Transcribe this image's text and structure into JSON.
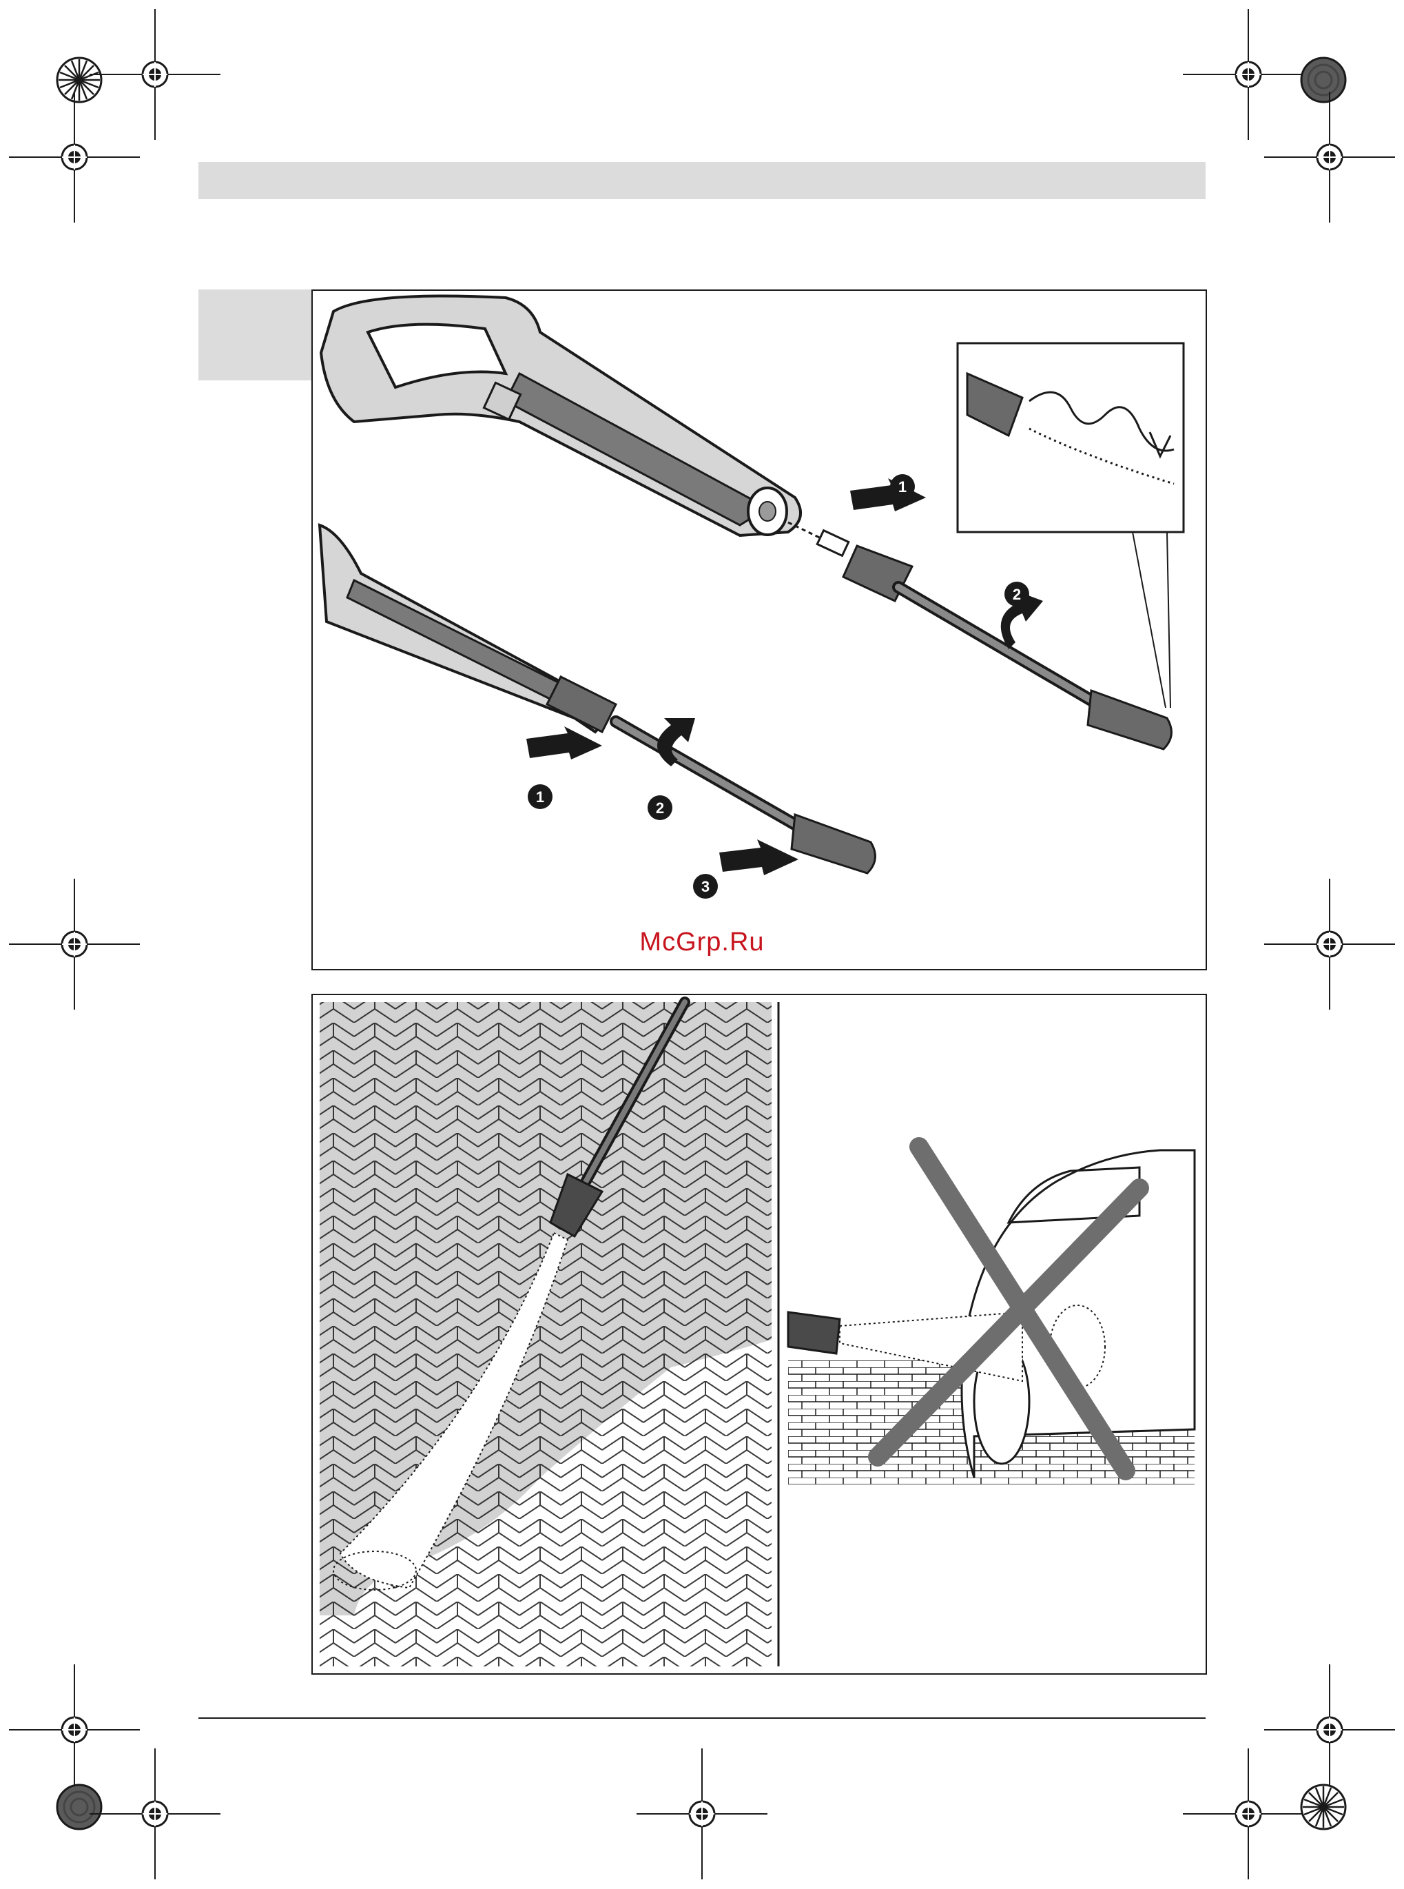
{
  "page": {
    "background": "#ffffff"
  },
  "colors": {
    "ink": "#1a1a1a",
    "bar_gray": "#dcdcdc",
    "part_gray": "#6e6e6e",
    "watermark_red": "#c8141e"
  },
  "header": {
    "shaded_bar": true
  },
  "figure_top": {
    "step_labels_upper": [
      "1",
      "2"
    ],
    "step_labels_lower": [
      "1",
      "2",
      "3"
    ],
    "inset": {
      "icon": "thread-tape-icon"
    }
  },
  "figure_bottom": {
    "left_scene": {
      "icon": "spray-cleaning-paving-icon"
    },
    "right_scene": {
      "icon": "prohibited-spraying-tire-icon"
    }
  },
  "watermark": {
    "text": "McGrp.Ru"
  },
  "registration_marks": {
    "icon": "crosshair-icon"
  }
}
